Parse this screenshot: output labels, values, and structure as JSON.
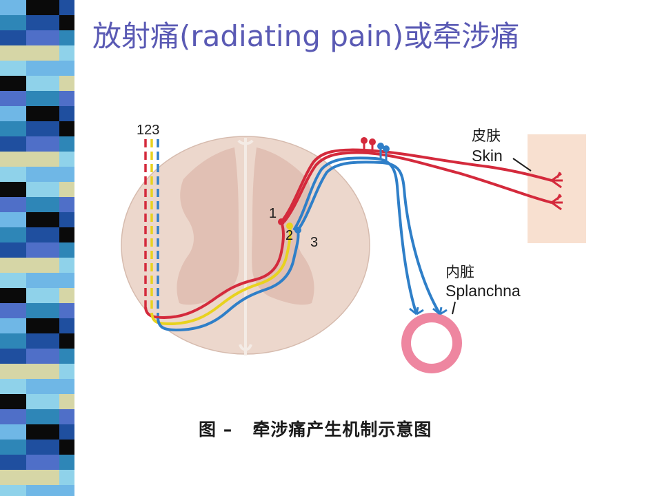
{
  "slide": {
    "title": "放射痛(radiating pain)或牵涉痛",
    "caption": "图 –   牵涉痛产生机制示意图"
  },
  "diagram": {
    "tract_numbers_label": "123",
    "neuron_labels": [
      "1",
      "2",
      "3"
    ],
    "skin": {
      "label_cn": "皮肤",
      "label_en": "Skin"
    },
    "viscera": {
      "label_cn": "内脏",
      "label_en": "Splanchna"
    }
  },
  "colors": {
    "title": "#5a5ab4",
    "neuron_1": "#d42a3c",
    "neuron_2": "#e8d21e",
    "neuron_3": "#2f7fc8",
    "cord": "#ecd7cc",
    "gray_matter": "#e1c0b4",
    "skin_tissue": "#f8e0d0",
    "viscera_ring": "#ee86a0",
    "stripe_palette": [
      "#1f4f9f",
      "#6fb7e6",
      "#0a0a0a",
      "#d6d6a6",
      "#2e86b7",
      "#4f6fc8",
      "#8fd2ea"
    ]
  }
}
